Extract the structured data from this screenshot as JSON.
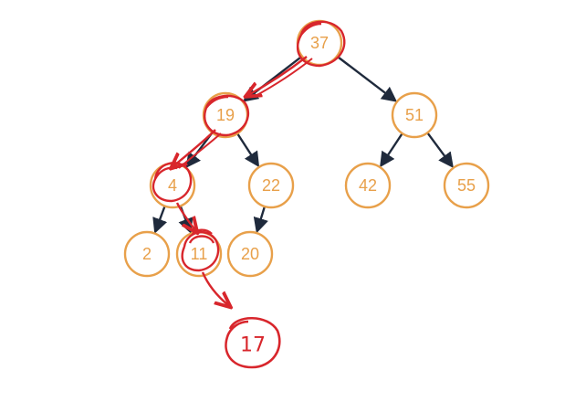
{
  "diagram": {
    "colors": {
      "node_outline": "#e8a04a",
      "node_text": "#e8a04a",
      "edge": "#1f2a3c",
      "annotation": "#d8262c"
    },
    "nodes": [
      {
        "id": "n37",
        "label": "37"
      },
      {
        "id": "n19",
        "label": "19"
      },
      {
        "id": "n51",
        "label": "51"
      },
      {
        "id": "n4",
        "label": "4"
      },
      {
        "id": "n22",
        "label": "22"
      },
      {
        "id": "n42",
        "label": "42"
      },
      {
        "id": "n55",
        "label": "55"
      },
      {
        "id": "n2",
        "label": "2"
      },
      {
        "id": "n11",
        "label": "11"
      },
      {
        "id": "n20",
        "label": "20"
      }
    ],
    "edges": [
      {
        "from": "n37",
        "to": "n19"
      },
      {
        "from": "n37",
        "to": "n51"
      },
      {
        "from": "n19",
        "to": "n4"
      },
      {
        "from": "n19",
        "to": "n22"
      },
      {
        "from": "n51",
        "to": "n42"
      },
      {
        "from": "n51",
        "to": "n55"
      },
      {
        "from": "n4",
        "to": "n2"
      },
      {
        "from": "n4",
        "to": "n11"
      },
      {
        "from": "n22",
        "to": "n20"
      }
    ],
    "annotation": {
      "search_path": [
        "n37",
        "n19",
        "n4",
        "n11"
      ],
      "inserted_label": "17"
    }
  }
}
